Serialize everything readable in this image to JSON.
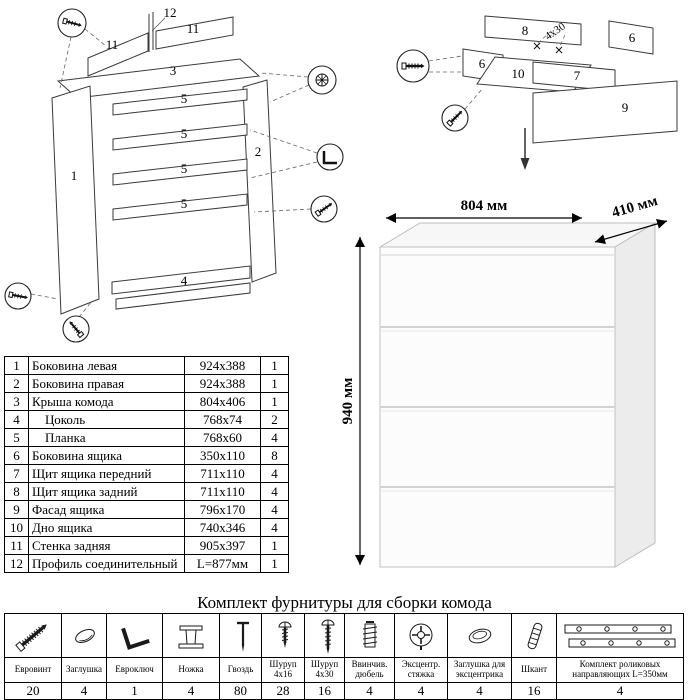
{
  "diagrams": {
    "frame": {
      "p1": "1",
      "p2": "2",
      "p3": "3",
      "p4": "4",
      "p5": "5",
      "p11": "11",
      "p12": "12"
    },
    "drawer": {
      "p6": "6",
      "p7": "7",
      "p8": "8",
      "p9": "9",
      "p10": "10",
      "screw_note": "4x30"
    },
    "dresser": {
      "width_label": "804 мм",
      "depth_label": "410 мм",
      "height_label": "940 мм"
    }
  },
  "parts_table": {
    "rows": [
      {
        "num": "1",
        "name": "Боковина левая",
        "size": "924x388",
        "qty": "1"
      },
      {
        "num": "2",
        "name": "Боковина правая",
        "size": "924x388",
        "qty": "1"
      },
      {
        "num": "3",
        "name": "Крыша комода",
        "size": "804x406",
        "qty": "1"
      },
      {
        "num": "4",
        "name": "Цоколь",
        "size": "768x74",
        "qty": "2"
      },
      {
        "num": "5",
        "name": "Планка",
        "size": "768x60",
        "qty": "4"
      },
      {
        "num": "6",
        "name": "Боковина ящика",
        "size": "350x110",
        "qty": "8"
      },
      {
        "num": "7",
        "name": "Щит ящика передний",
        "size": "711x110",
        "qty": "4"
      },
      {
        "num": "8",
        "name": "Щит ящика задний",
        "size": "711x110",
        "qty": "4"
      },
      {
        "num": "9",
        "name": "Фасад ящика",
        "size": "796x170",
        "qty": "4"
      },
      {
        "num": "10",
        "name": "Дно ящика",
        "size": "740x346",
        "qty": "4"
      },
      {
        "num": "11",
        "name": "Стенка задняя",
        "size": "905x397",
        "qty": "1"
      },
      {
        "num": "12",
        "name": "Профиль соединительный",
        "size": "L=877мм",
        "qty": "1"
      }
    ]
  },
  "hardware": {
    "title": "Комплект фурнитуры для сборки комода",
    "items": [
      {
        "name": "Евровинт",
        "qty": "20"
      },
      {
        "name": "Заглушка",
        "qty": "4"
      },
      {
        "name": "Евроключ",
        "qty": "1"
      },
      {
        "name": "Ножка",
        "qty": "4"
      },
      {
        "name": "Гвоздь",
        "qty": "80"
      },
      {
        "name": "Шуруп 4x16",
        "qty": "28"
      },
      {
        "name": "Шуруп 4x30",
        "qty": "16"
      },
      {
        "name": "Ввинчив. дюбель",
        "qty": "4"
      },
      {
        "name": "Эксцентр. стяжка",
        "qty": "4"
      },
      {
        "name": "Заглушка для эксцентрика",
        "qty": "4"
      },
      {
        "name": "Шкант",
        "qty": "16"
      },
      {
        "name": "Комплект роликовых направляющих L=350мм",
        "qty": "4"
      }
    ]
  }
}
